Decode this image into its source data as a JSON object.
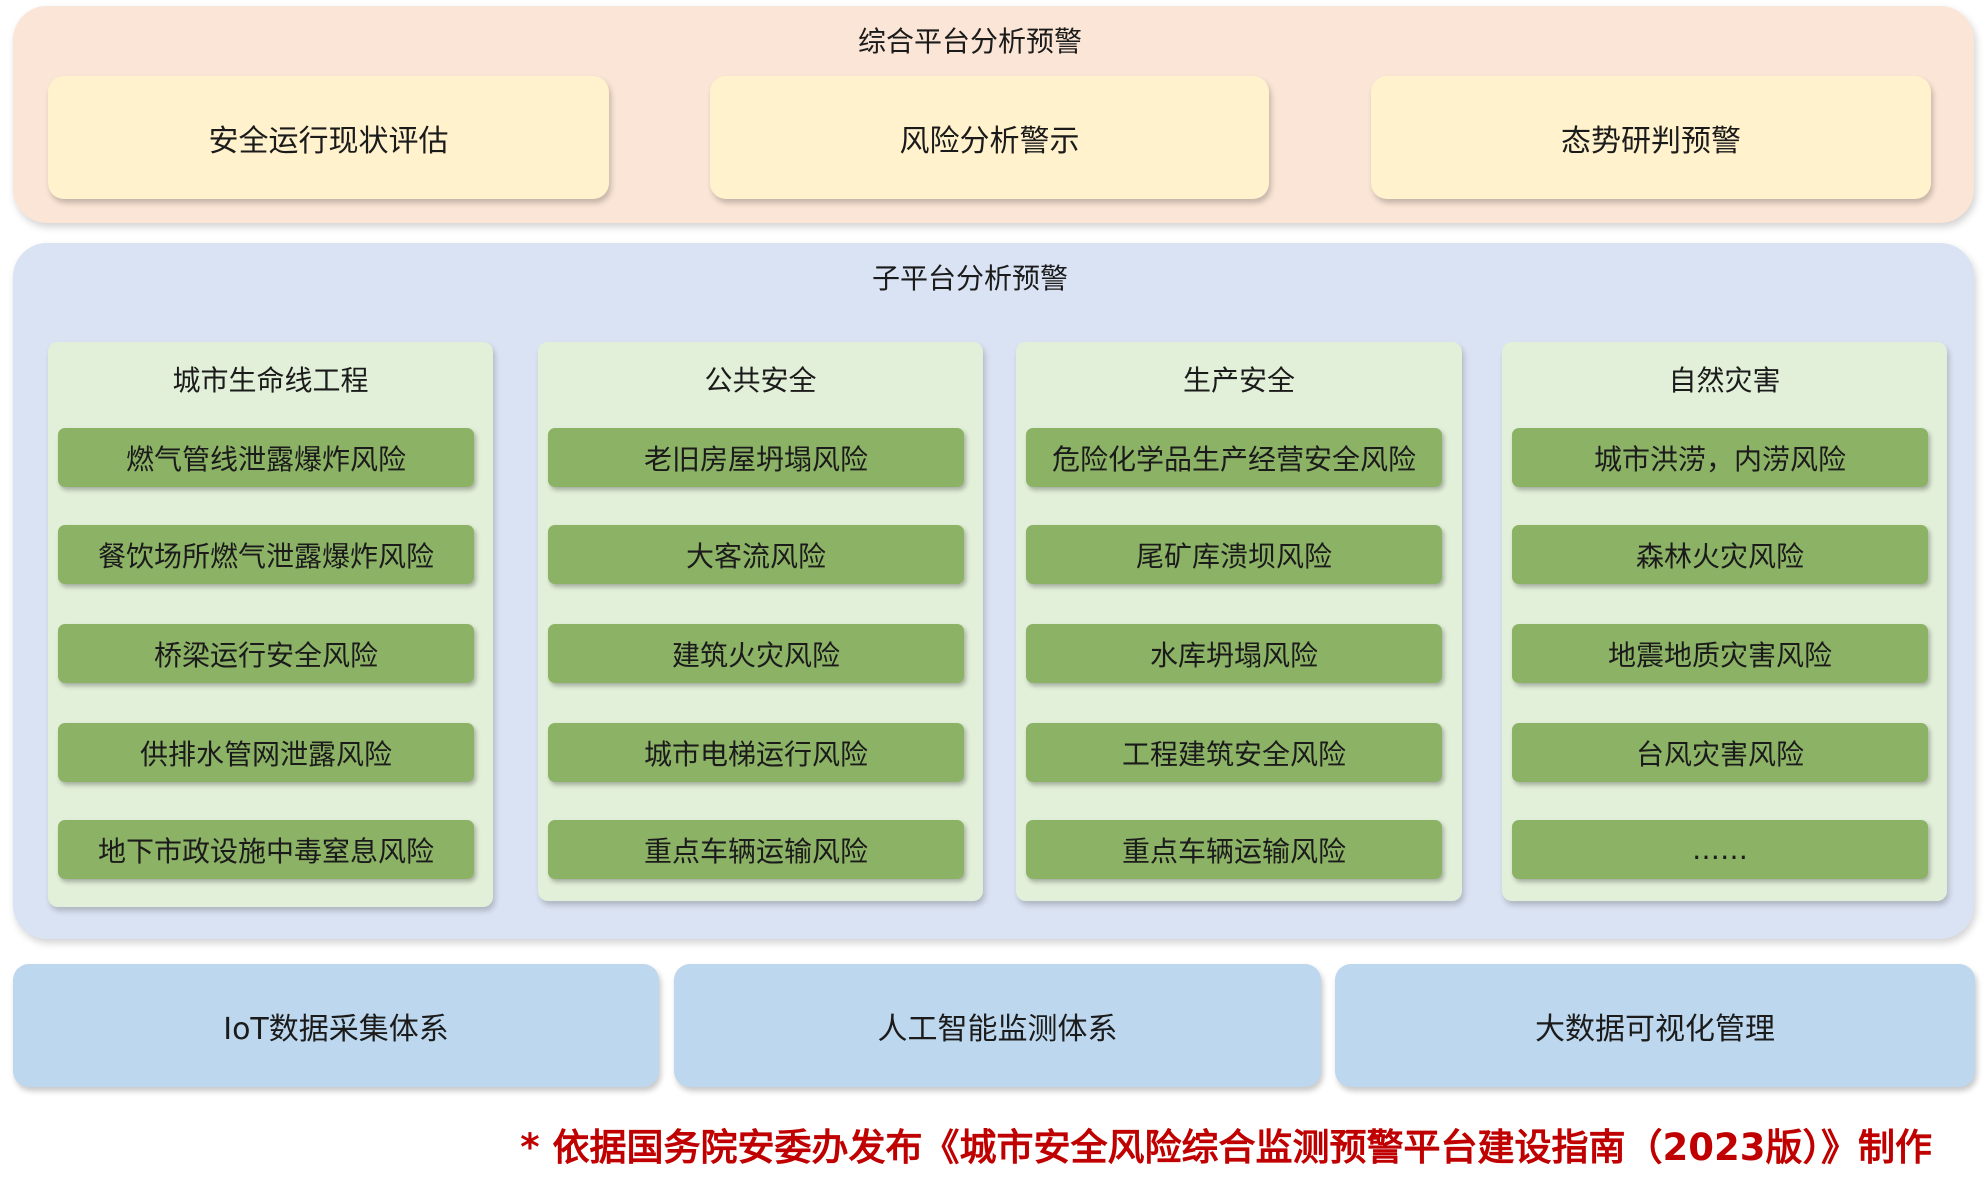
{
  "integrated_panel": {
    "title": "综合平台分析预警",
    "items": [
      "安全运行现状评估",
      "风险分析警示",
      "态势研判预警"
    ]
  },
  "sub_panel": {
    "title": "子平台分析预警",
    "columns": [
      {
        "title": "城市生命线工程",
        "items": [
          "燃气管线泄露爆炸风险",
          "餐饮场所燃气泄露爆炸风险",
          "桥梁运行安全风险",
          "供排水管网泄露风险",
          "地下市政设施中毒窒息风险"
        ]
      },
      {
        "title": "公共安全",
        "items": [
          "老旧房屋坍塌风险",
          "大客流风险",
          "建筑火灾风险",
          "城市电梯运行风险",
          "重点车辆运输风险"
        ]
      },
      {
        "title": "生产安全",
        "items": [
          "危险化学品生产经营安全风险",
          "尾矿库溃坝风险",
          "水库坍塌风险",
          "工程建筑安全风险",
          "重点车辆运输风险"
        ]
      },
      {
        "title": "自然灾害",
        "items": [
          "城市洪涝，内涝风险",
          "森林火灾风险",
          "地震地质灾害风险",
          "台风灾害风险",
          "……"
        ]
      }
    ]
  },
  "foundation": {
    "items": [
      "IoT数据采集体系",
      "人工智能监测体系",
      "大数据可视化管理"
    ]
  },
  "footnote": "* 依据国务院安委办发布《城市安全风险综合监测预警平台建设指南（2023版）》制作",
  "colors": {
    "integrated_panel_bg": "#FBE5D6",
    "integrated_item_bg": "#FFF2CC",
    "sub_panel_bg": "#DAE3F3",
    "column_bg": "#E2F0D9",
    "risk_item_bg": "#8CB266",
    "foundation_item_bg": "#BDD7EE",
    "footnote_text": "#C00000"
  }
}
